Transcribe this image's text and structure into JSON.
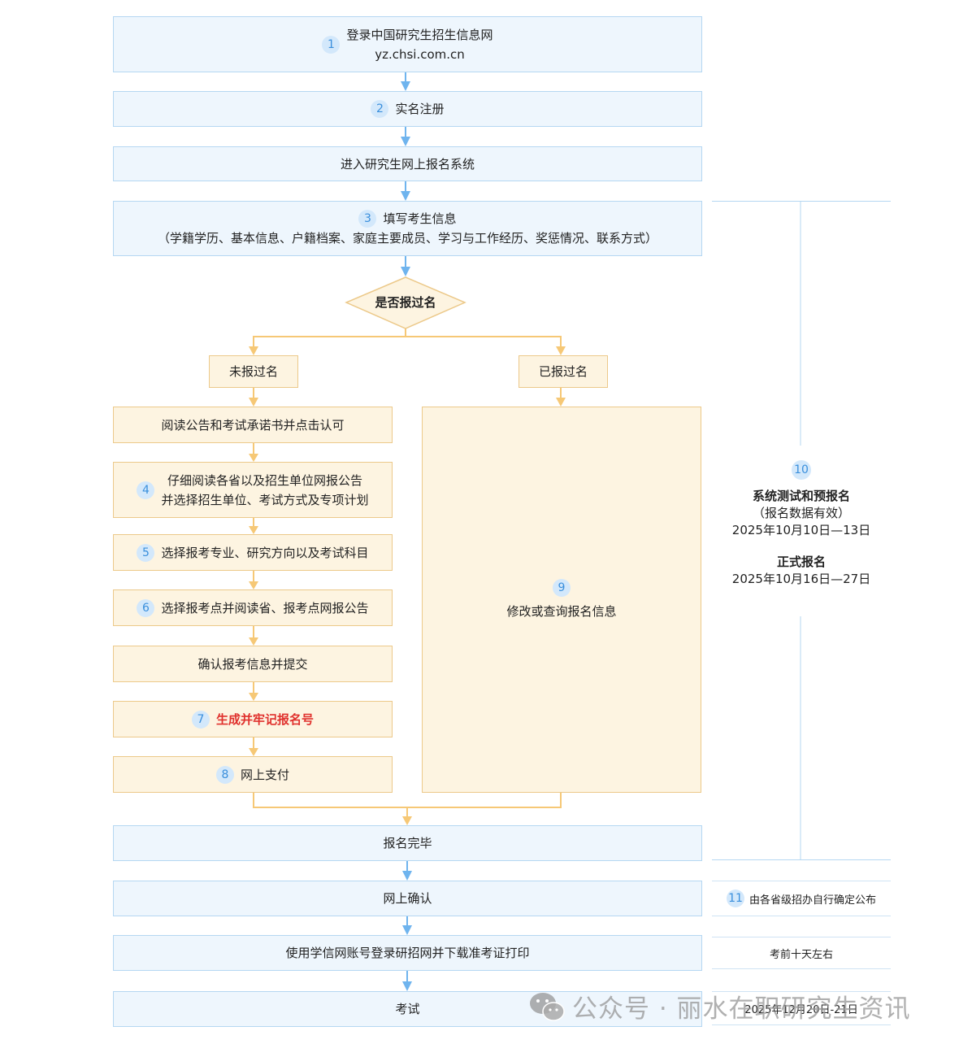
{
  "steps": {
    "login": {
      "num": "1",
      "line1": "登录中国研究生招生信息网",
      "line2": "yz.chsi.com.cn"
    },
    "register": {
      "num": "2",
      "label": "实名注册"
    },
    "enter_system": {
      "label": "进入研究生网上报名系统"
    },
    "fill_info": {
      "num": "3",
      "line1": "填写考生信息",
      "line2": "（学籍学历、基本信息、户籍档案、家庭主要成员、学习与工作经历、奖惩情况、联系方式）"
    },
    "decision": {
      "label": "是否报过名"
    },
    "not_registered": {
      "label": "未报过名"
    },
    "registered": {
      "label": "已报过名"
    },
    "read_notice": {
      "label": "阅读公告和考试承诺书并点击认可"
    },
    "read_unit": {
      "num": "4",
      "line1": "仔细阅读各省以及招生单位网报公告",
      "line2": "并选择招生单位、考试方式及专项计划"
    },
    "select_major": {
      "num": "5",
      "label": "选择报考专业、研究方向以及考试科目"
    },
    "select_site": {
      "num": "6",
      "label": "选择报考点并阅读省、报考点网报公告"
    },
    "confirm_submit": {
      "label": "确认报考信息并提交"
    },
    "generate_no": {
      "num": "7",
      "label": "生成并牢记报名号"
    },
    "pay": {
      "num": "8",
      "label": "网上支付"
    },
    "modify": {
      "num": "9",
      "label": "修改或查询报名信息"
    },
    "complete": {
      "label": "报名完毕"
    },
    "online_confirm": {
      "label": "网上确认"
    },
    "print_ticket": {
      "label": "使用学信网账号登录研招网并下载准考证打印"
    },
    "exam": {
      "label": "考试"
    }
  },
  "side": {
    "period": {
      "num": "10",
      "test_title": "系统测试和预报名",
      "test_note": "（报名数据有效）",
      "test_dates": "2025年10月10日—13日",
      "formal_title": "正式报名",
      "formal_dates": "2025年10月16日—27日"
    },
    "confirm": {
      "num": "11",
      "label": "由各省级招办自行确定公布"
    },
    "print": {
      "label": "考前十天左右"
    },
    "exam": {
      "label": "2025年12月20日-21日"
    }
  },
  "watermark": {
    "text": "公众号 · 丽水在职研究生资讯"
  },
  "colors": {
    "blue_arrow": "#6fb4ee",
    "yellow_arrow": "#f6c876",
    "highlight": "#e0312d"
  }
}
